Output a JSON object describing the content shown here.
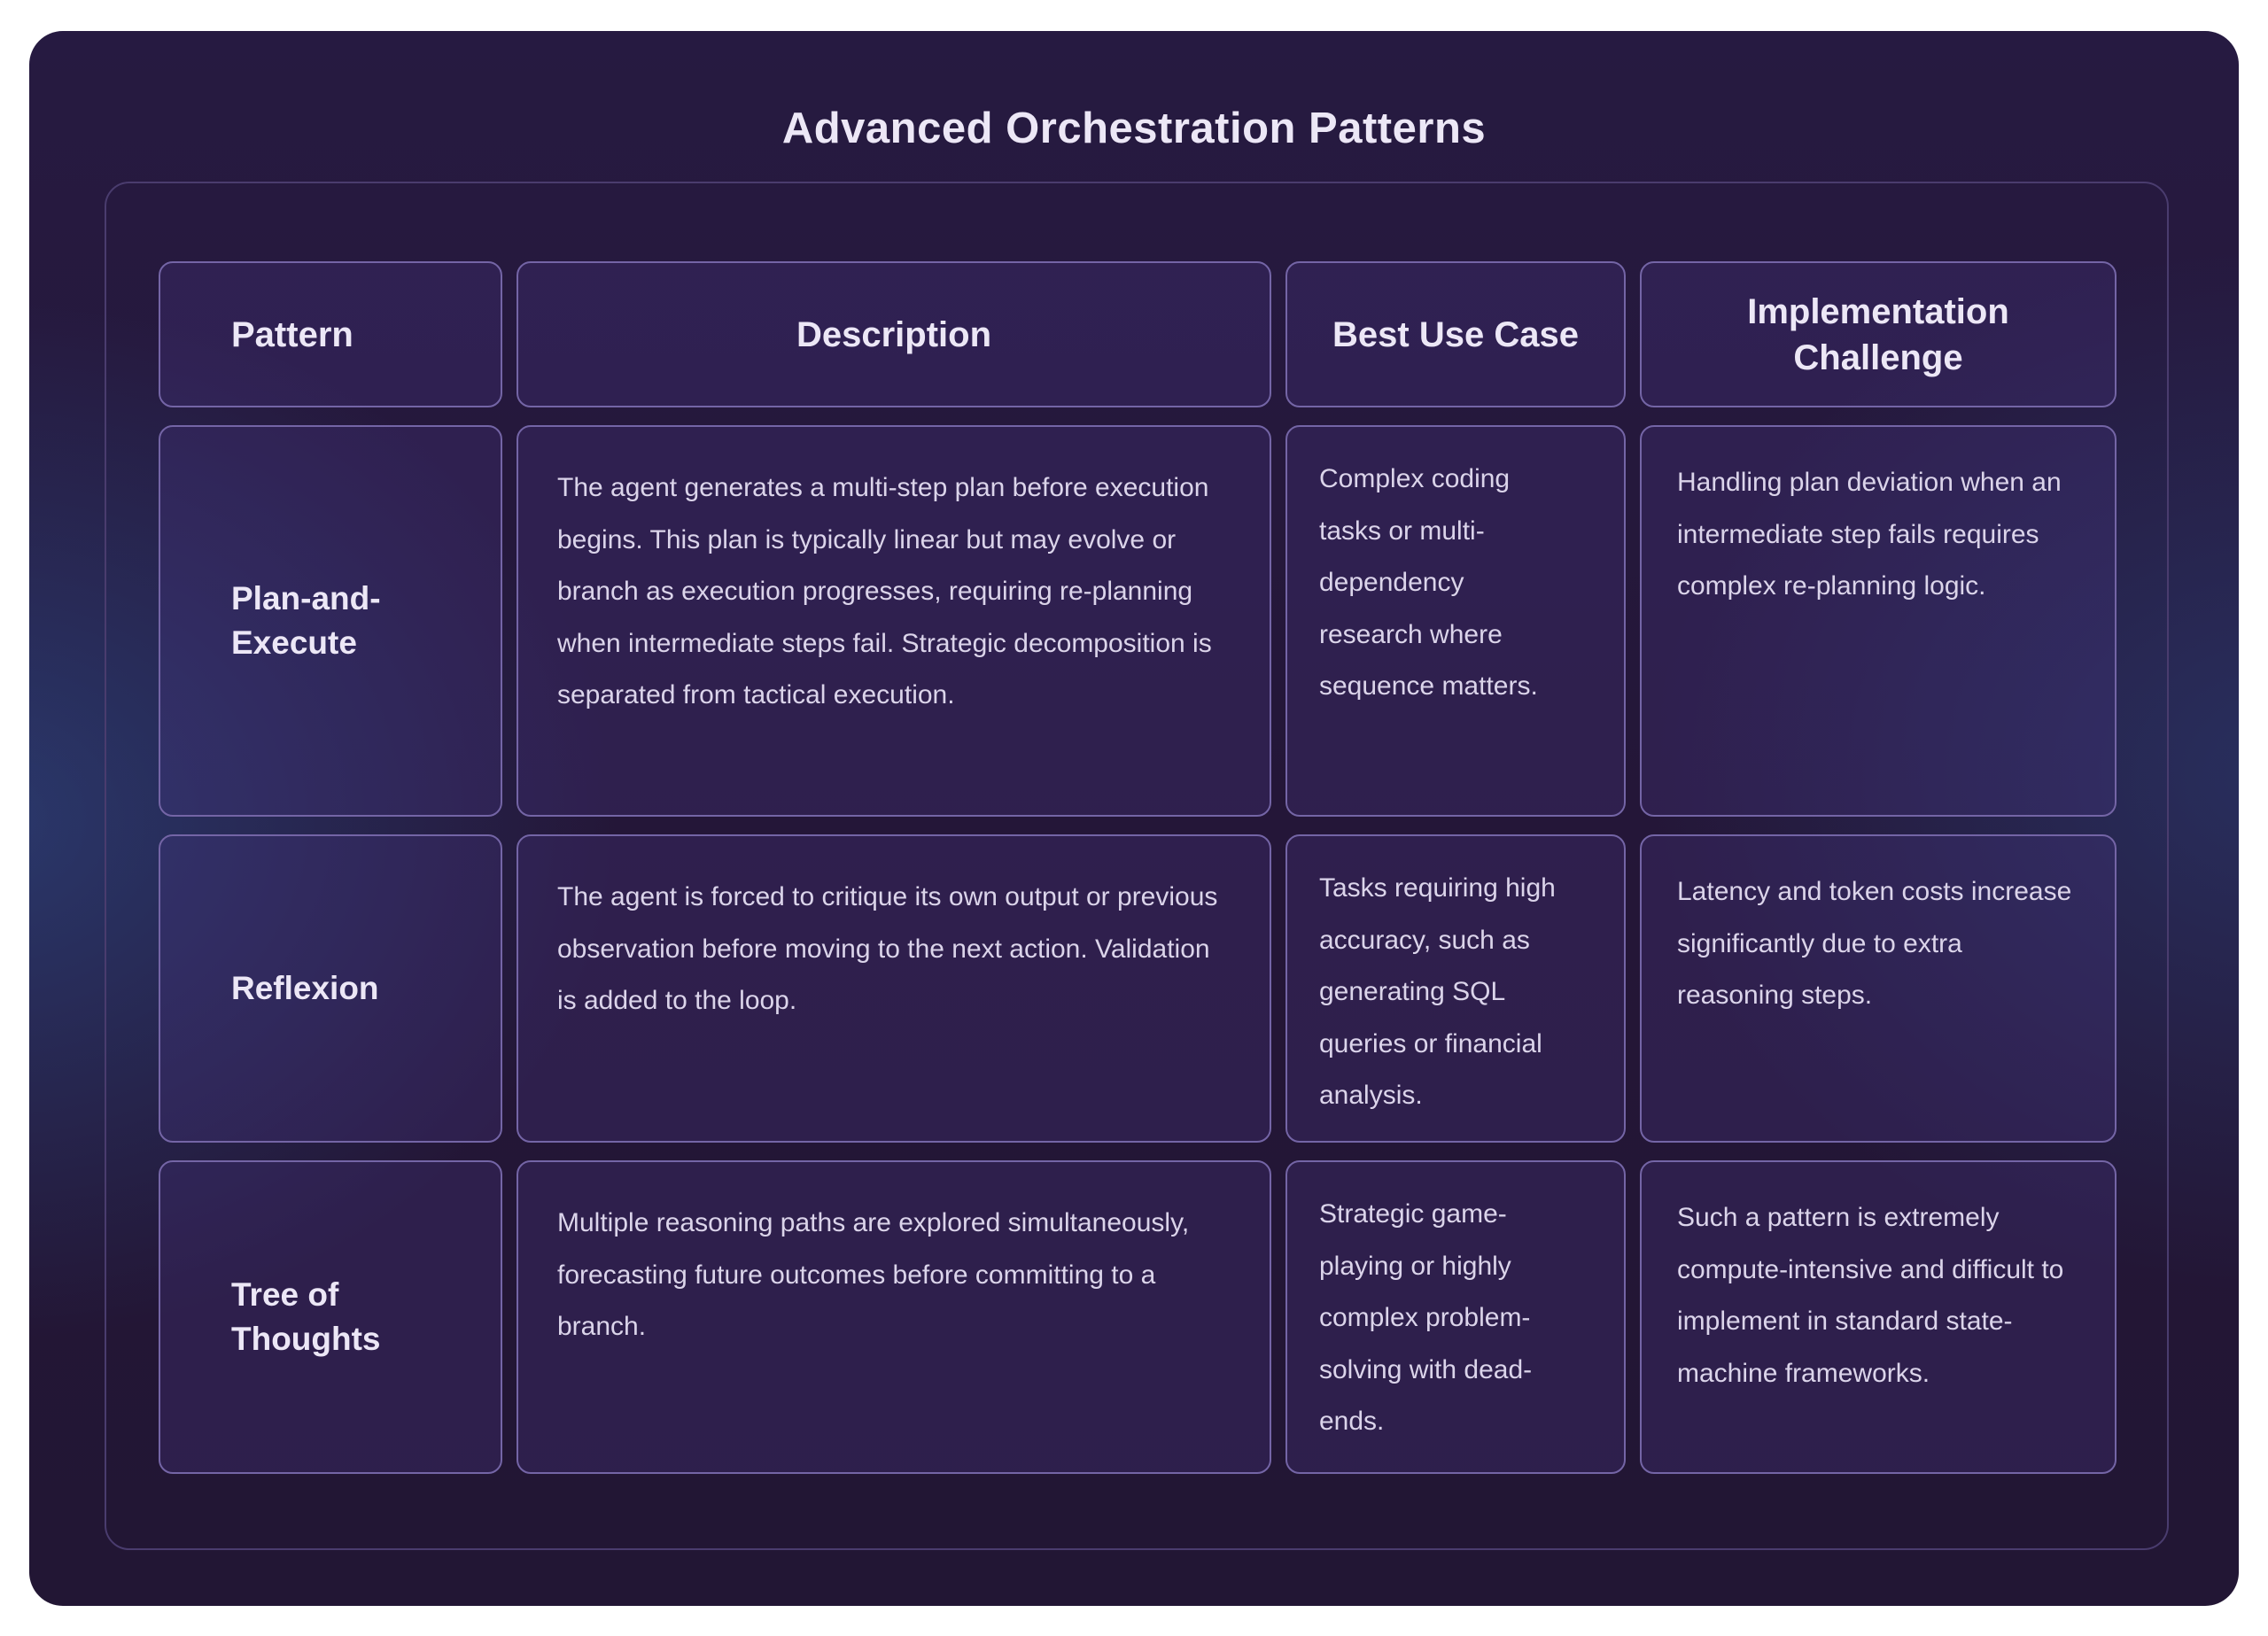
{
  "title": "Advanced Orchestration Patterns",
  "table": {
    "headers": [
      "Pattern",
      "Description",
      "Best Use Case",
      "Implementation Challenge"
    ],
    "rows": [
      {
        "pattern": "Plan-and-Execute",
        "description": "The agent generates a multi-step plan before execution begins. This plan is typically linear but may evolve or branch as execution progresses, requiring re-planning when intermediate steps fail. Strategic decomposition is separated from tactical execution.",
        "best_use_case": "Complex coding tasks or multi-dependency research where sequence matters.",
        "implementation_challenge": "Handling plan deviation when an intermediate step fails requires complex re-planning logic."
      },
      {
        "pattern": "Reflexion",
        "description": "The agent is forced to critique its own output or previous observation before moving to the next action. Validation is added to the loop.",
        "best_use_case": "Tasks requiring high accuracy, such as generating SQL queries or financial analysis.",
        "implementation_challenge": "Latency and token costs increase significantly due to extra reasoning steps."
      },
      {
        "pattern": "Tree of Thoughts",
        "description": "Multiple reasoning paths are explored simultaneously, forecasting future outcomes before committing to a branch.",
        "best_use_case": "Strategic game-playing or highly complex problem-solving with dead-ends.",
        "implementation_challenge": "Such a pattern is extremely compute-intensive and difficult to implement in standard state-machine frameworks."
      }
    ]
  },
  "colors": {
    "page_background": "#ffffff",
    "card_background": "#241637",
    "edge_glow": "#2f5496",
    "cell_background": "#2a1c47",
    "cell_border": "#7465a6",
    "container_border": "#4a3c6e",
    "heading_text": "#ece7f6",
    "body_text": "#dbd4ea"
  }
}
